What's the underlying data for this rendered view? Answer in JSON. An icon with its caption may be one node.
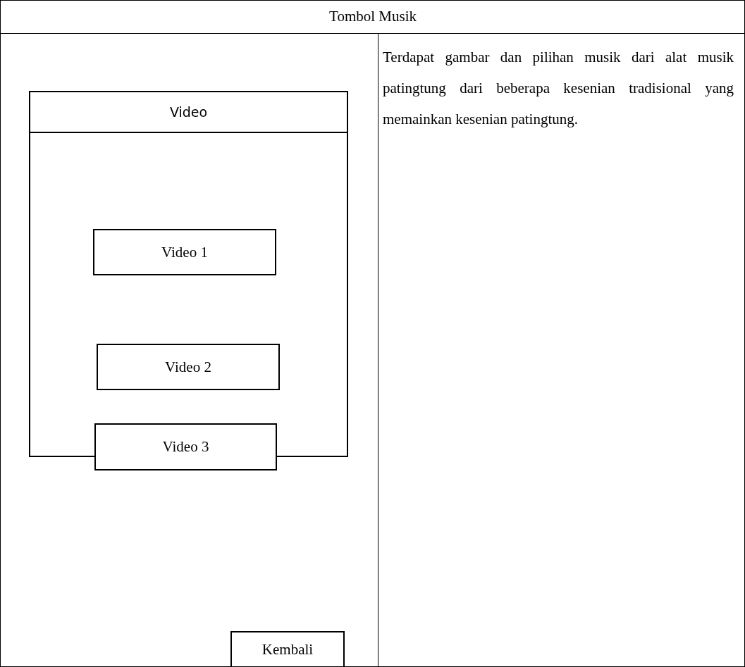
{
  "diagram": {
    "nodes": [
      {
        "text": [
          "Video"
        ]
      },
      {
        "text": [
          "Video 1"
        ],
        "in": 0
      },
      {
        "text": [
          "Video 2"
        ],
        "in": 0
      },
      {
        "text": [
          "Video 3"
        ]
      },
      {
        "text": [
          "Kembali"
        ]
      }
    ],
    "edges": [],
    "labels": [
      "Tombol Musik",
      "Terdapat gambar dan pilihan musik dari alat musik patingtung dari beberapa kesenian tradisional yang memainkan kesenian patingtung."
    ]
  }
}
